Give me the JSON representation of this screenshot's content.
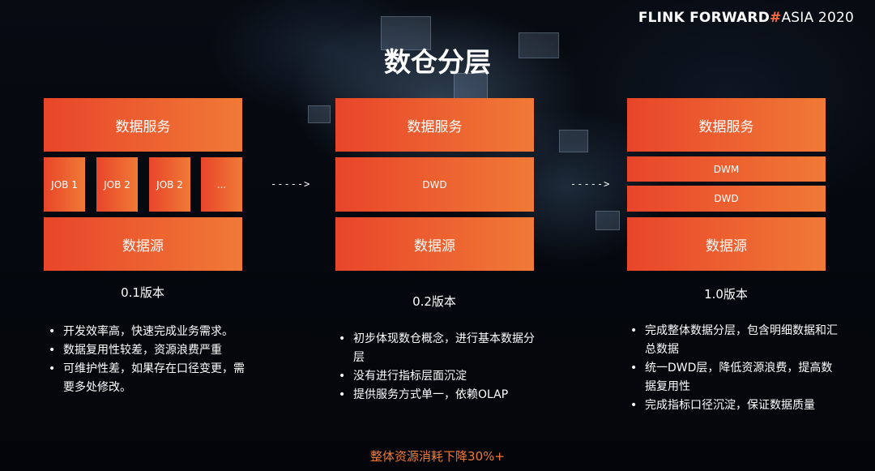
{
  "brand": {
    "main": "FLINK FORWARD",
    "hash": "#",
    "sub": "ASIA 2020"
  },
  "title": "数仓分层",
  "columns": [
    {
      "service": "数据服务",
      "jobs": [
        "JOB 1",
        "JOB 2",
        "JOB 2",
        "..."
      ],
      "source": "数据源",
      "version": "0.1版本",
      "bullets": [
        "开发效率高，快速完成业务需求。",
        "数据复用性较差，资源浪费严重",
        "可维护性差，如果存在口径变更，需要多处修改。"
      ]
    },
    {
      "service": "数据服务",
      "layer": "DWD",
      "source": "数据源",
      "version": "0.2版本",
      "bullets": [
        "初步体现数仓概念，进行基本数据分层",
        "没有进行指标层面沉淀",
        "提供服务方式单一，依赖OLAP"
      ]
    },
    {
      "service": "数据服务",
      "layers": [
        "DWM",
        "DWD"
      ],
      "source": "数据源",
      "version": "1.0版本",
      "bullets": [
        "完成整体数据分层，包含明细数据和汇总数据",
        "统一DWD层，降低资源浪费，提高数据复用性",
        "完成指标口径沉淀，保证数据质量"
      ]
    }
  ],
  "arrows": [
    "----->",
    "----->"
  ],
  "footer": "整体资源消耗下降30%+",
  "colors": {
    "box_start": "#e8452a",
    "box_end": "#f07a36",
    "accent": "#f07a36",
    "background": "#05080d"
  }
}
